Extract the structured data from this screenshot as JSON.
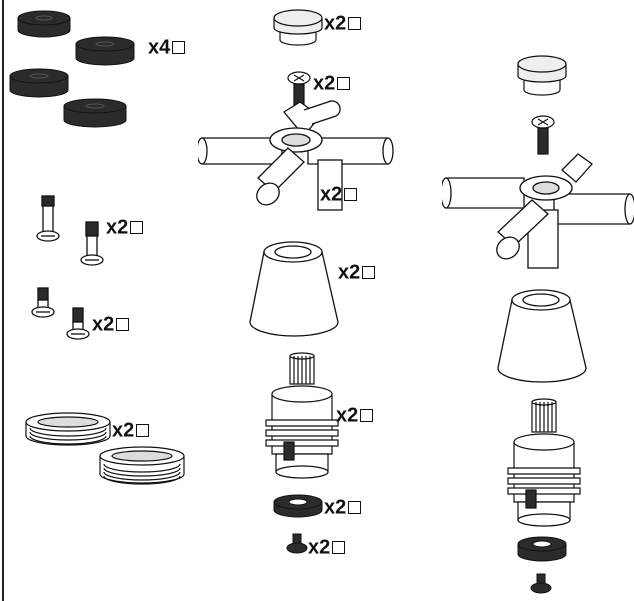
{
  "quantities": {
    "washers_left": "x4",
    "caps": "x2",
    "handle_screws": "x2",
    "cross_handles": "x2",
    "long_screws": "x2",
    "cone_covers": "x2",
    "short_screws": "x2",
    "cartridges": "x2",
    "flanges": "x2",
    "seat_washers": "x2",
    "bottom_screws": "x2"
  },
  "colors": {
    "line": "#222222",
    "dark_part": "#2b2b2b",
    "light_part": "#ffffff",
    "grey_part": "#e6e6e6"
  }
}
